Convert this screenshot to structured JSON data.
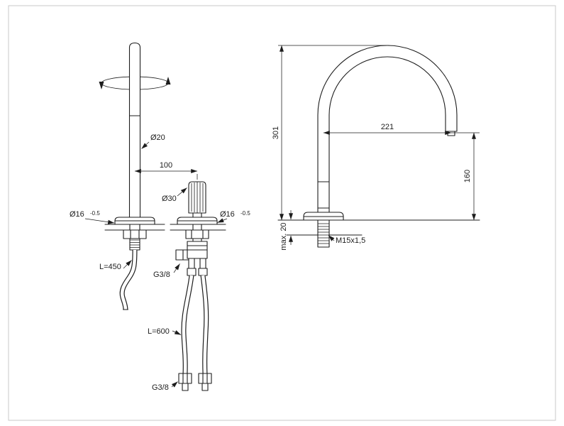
{
  "colors": {
    "line": "#1d1d1d",
    "frame": "#c9c9c9",
    "background": "#ffffff"
  },
  "front_view": {
    "spout_diameter": "Ø20",
    "center_distance": "100",
    "handle_diameter": "Ø30",
    "left_hole": "Ø16",
    "left_hole_tolerance": "-0.5",
    "right_hole": "Ø16",
    "right_hole_tolerance": "-0.5",
    "spout_hose_length": "L=450",
    "valve_connection": "G3/8",
    "supply_hose_length": "L=600",
    "supply_connection": "G3/8"
  },
  "side_view": {
    "overall_height": "301",
    "spout_reach": "221",
    "outlet_height": "160",
    "max_deck_thickness": "max. 20",
    "shank_thread": "M15x1,5"
  }
}
